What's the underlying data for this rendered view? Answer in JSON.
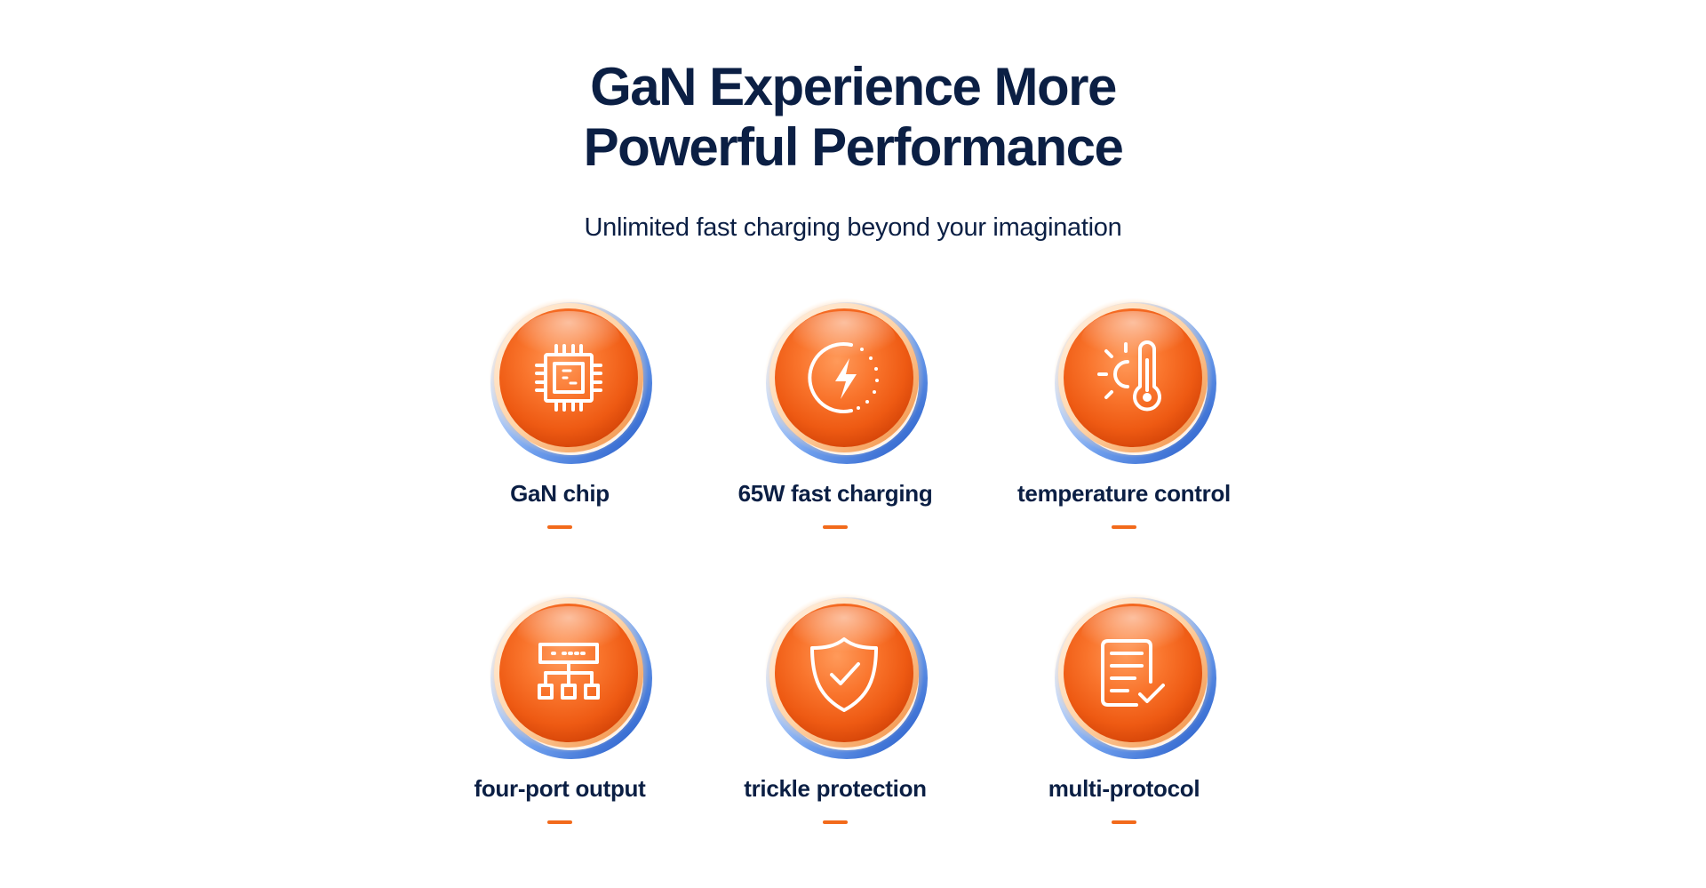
{
  "header": {
    "title_line1": "GaN Experience More",
    "title_line2": "Powerful Performance",
    "subtitle": "Unlimited fast charging beyond your imagination"
  },
  "colors": {
    "heading": "#0b1f44",
    "accent_orange": "#f26a1b",
    "glow_blue": "#2f6fd6"
  },
  "features": [
    {
      "label": "GaN chip",
      "icon": "chip-icon"
    },
    {
      "label": "65W fast charging",
      "icon": "lightning-charge-icon"
    },
    {
      "label": "temperature control",
      "icon": "thermometer-icon"
    },
    {
      "label": "four-port output",
      "icon": "network-hierarchy-icon"
    },
    {
      "label": "trickle protection",
      "icon": "shield-check-icon"
    },
    {
      "label": "multi-protocol",
      "icon": "document-check-icon"
    }
  ]
}
